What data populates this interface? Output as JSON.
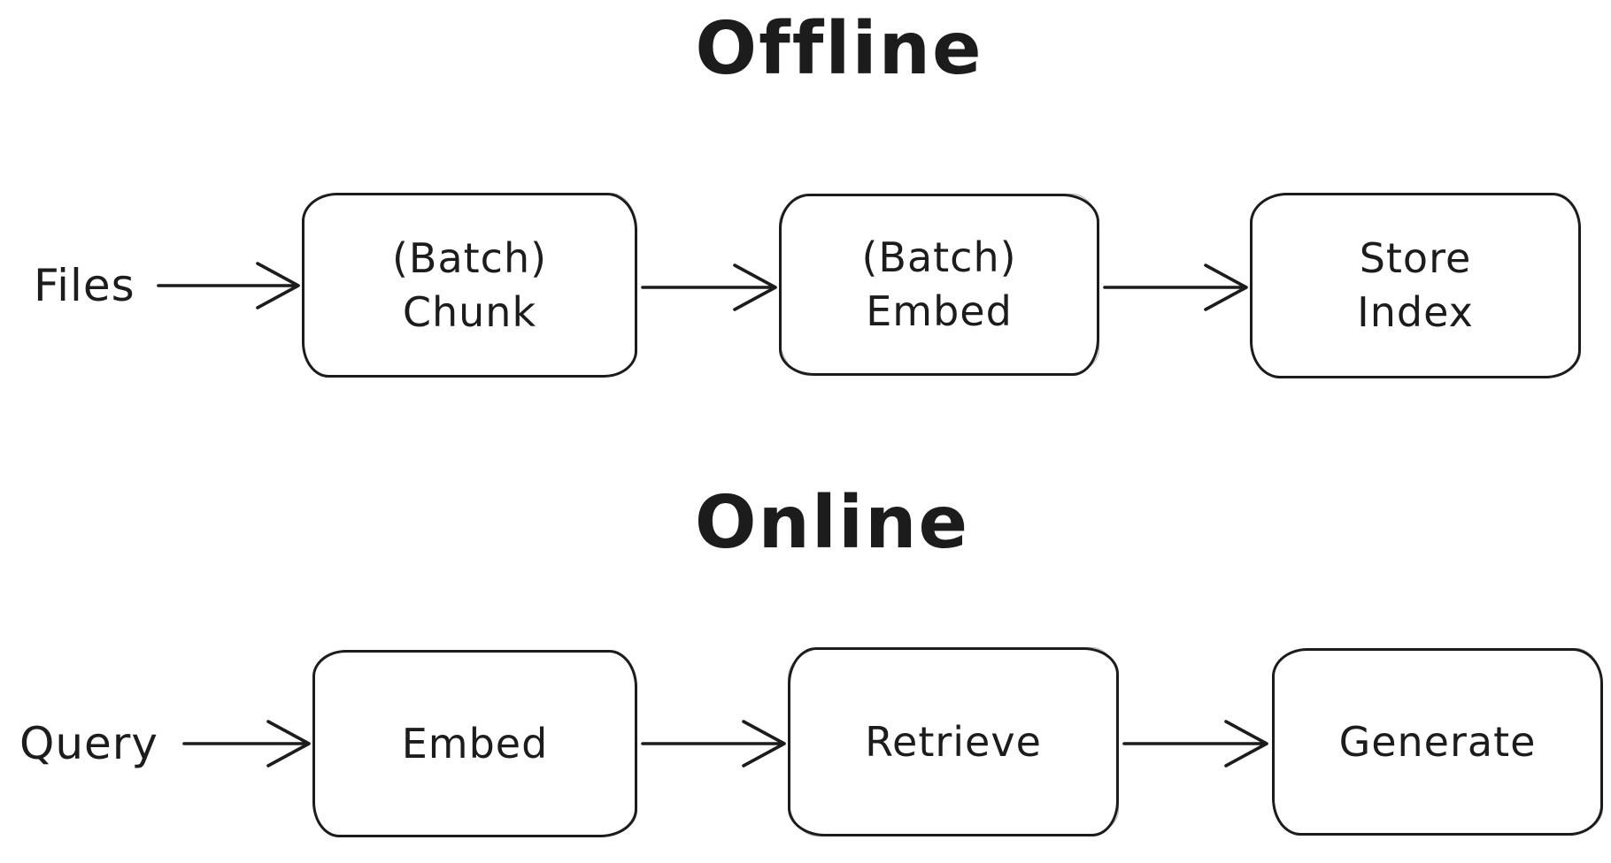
{
  "colors": {
    "ink": "#1c1c1c",
    "paper": "#ffffff"
  },
  "sections": [
    {
      "title": "Offline",
      "source_label": "Files",
      "nodes": [
        {
          "label": "(Batch)\nChunk"
        },
        {
          "label": "(Batch)\nEmbed"
        },
        {
          "label": "Store\nIndex"
        }
      ],
      "arrows": [
        "files-to-batch-chunk",
        "batch-chunk-to-batch-embed",
        "batch-embed-to-store-index"
      ]
    },
    {
      "title": "Online",
      "source_label": "Query",
      "nodes": [
        {
          "label": "Embed"
        },
        {
          "label": "Retrieve"
        },
        {
          "label": "Generate"
        }
      ],
      "arrows": [
        "query-to-embed",
        "embed-to-retrieve",
        "retrieve-to-generate"
      ]
    }
  ]
}
